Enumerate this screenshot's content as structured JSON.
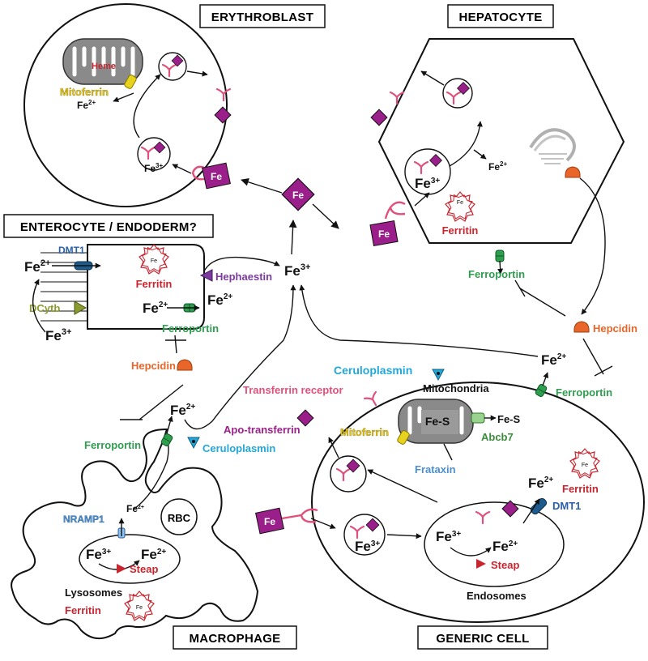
{
  "boxes": {
    "erythroblast": "ERYTHROBLAST",
    "hepatocyte": "HEPATOCYTE",
    "enterocyte": "ENTEROCYTE / ENDODERM?",
    "macrophage": "MACROPHAGE",
    "generic_cell": "GENERIC CELL"
  },
  "erythroblast": {
    "heme": "Heme",
    "mitoferrin": "Mitoferrin",
    "fe2": "Fe",
    "fe2_sup": "2+",
    "fe3": "Fe",
    "fe3_sup": "3+",
    "transferrin_fe": "Fe"
  },
  "center": {
    "fe_diamond": "Fe",
    "fe3": "Fe",
    "fe3_sup": "3+"
  },
  "hepatocyte": {
    "fe2": "Fe",
    "fe2_sup": "2+",
    "fe3": "Fe",
    "fe3_sup": "3+",
    "ferritin": "Ferritin",
    "ferritin_fe": "Fe",
    "ferroportin": "Ferroportin",
    "hepcidin": "Hepcidin",
    "transferrin_fe": "Fe"
  },
  "enterocyte": {
    "dmt1": "DMT1",
    "dcytb": "DCytb",
    "fe2_in": "Fe",
    "fe2_in_sup": "2+",
    "fe3_out": "Fe",
    "fe3_out_sup": "3+",
    "ferritin": "Ferritin",
    "ferritin_fe": "Fe",
    "fe2_a": "Fe",
    "fe2_a_sup": "2+",
    "fe2_b": "Fe",
    "fe2_b_sup": "2+",
    "hephaestin": "Hephaestin",
    "ferroportin": "Ferroportin",
    "hepcidin": "Hepcidin"
  },
  "macrophage": {
    "ferroportin": "Ferroportin",
    "ceruloplasmin": "Ceruloplasmin",
    "fe2": "Fe",
    "fe2_sup": "2+",
    "rbc": "RBC",
    "nramp1": "NRAMP1",
    "fe3": "Fe",
    "fe3_sup": "3+",
    "fe2_lys": "Fe",
    "fe2_lys_sup": "2+",
    "steap": "Steap",
    "lysosomes": "Lysosomes",
    "ferritin": "Ferritin",
    "ferritin_fe": "Fe"
  },
  "generic": {
    "ceruloplasmin": "Ceruloplasmin",
    "mitochondria": "Mitochondria",
    "transferrin_receptor": "Transferrin receptor",
    "apo_transferrin": "Apo-transferrin",
    "mitoferrin": "Mitoferrin",
    "fes_in": "Fe-S",
    "fes_out": "Fe-S",
    "abcb7": "Abcb7",
    "frataxin": "Frataxin",
    "fe2_top": "Fe",
    "fe2_top_sup": "2+",
    "ferroportin": "Ferroportin",
    "fe2_dmt": "Fe",
    "fe2_dmt_sup": "2+",
    "ferritin": "Ferritin",
    "ferritin_fe": "Fe",
    "dmt1": "DMT1",
    "fe3_ves": "Fe",
    "fe3_ves_sup": "3+",
    "fe3_endo": "Fe",
    "fe3_endo_sup": "3+",
    "fe2_endo": "Fe",
    "fe2_endo_sup": "2+",
    "steap": "Steap",
    "endosomes": "Endosomes",
    "transferrin_fe": "Fe"
  },
  "colors": {
    "transferrin": "#9b1f8a",
    "receptor": "#e0507a",
    "ferroportin": "#2f9e4f",
    "dmt1": "#1f5a8c",
    "hepcidin": "#e8662a",
    "ceruloplasmin": "#22a7d8",
    "mitoferrin": "#e7d21e",
    "steap": "#c8252f",
    "hephaestin": "#7b3aa0",
    "dcytb": "#8a9a2e",
    "ferritin": "#c8252f",
    "mitochondria": "#8a8a8a"
  }
}
